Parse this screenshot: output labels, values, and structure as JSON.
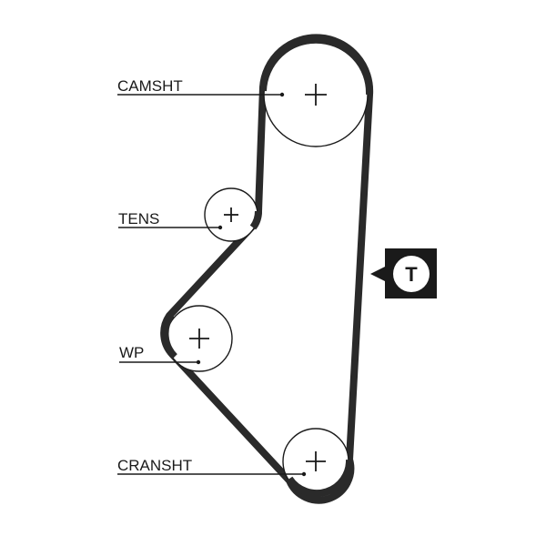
{
  "diagram": {
    "labels": {
      "camshaft": "CAMSHT",
      "tensioner": "TENS",
      "water_pump": "WP",
      "crankshaft": "CRANSHT"
    },
    "tension_marker": "T",
    "colors": {
      "belt": "#2a2a2a",
      "lines": "#1a1a1a",
      "marker_background": "#1a1a1a",
      "background": "#ffffff"
    },
    "icons": [
      "plus-icon",
      "tension-marker-icon"
    ]
  }
}
